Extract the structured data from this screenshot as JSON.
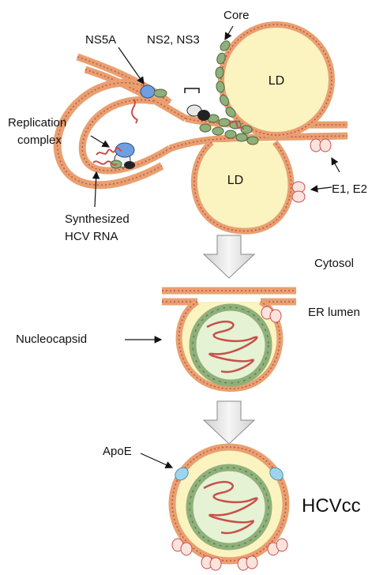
{
  "labels": {
    "core": "Core",
    "ns5a": "NS5A",
    "ns2_ns3": "NS2, NS3",
    "replication_line1": "Replication",
    "replication_line2": "complex",
    "synth_line1": "Synthesized",
    "synth_line2": "HCV RNA",
    "ld_top": "LD",
    "ld_mid": "LD",
    "e1e2": "E1, E2",
    "cytosol": "Cytosol",
    "er_lumen": "ER lumen",
    "nucleocapsid": "Nucleocapsid",
    "apoe": "ApoE",
    "hcvcc": "HCVcc"
  },
  "colors": {
    "membrane_orange": "#e8a070",
    "membrane_red": "#c8504a",
    "lipid_droplet": "#fbf3c0",
    "core_protein": "#8fb07a",
    "capsid_fill": "#e6f2d4",
    "rna": "#c8504a",
    "ns5a": "#6f9fe0",
    "apoe": "#9fd4ea",
    "arrow_fill": "#e4e4e4"
  }
}
